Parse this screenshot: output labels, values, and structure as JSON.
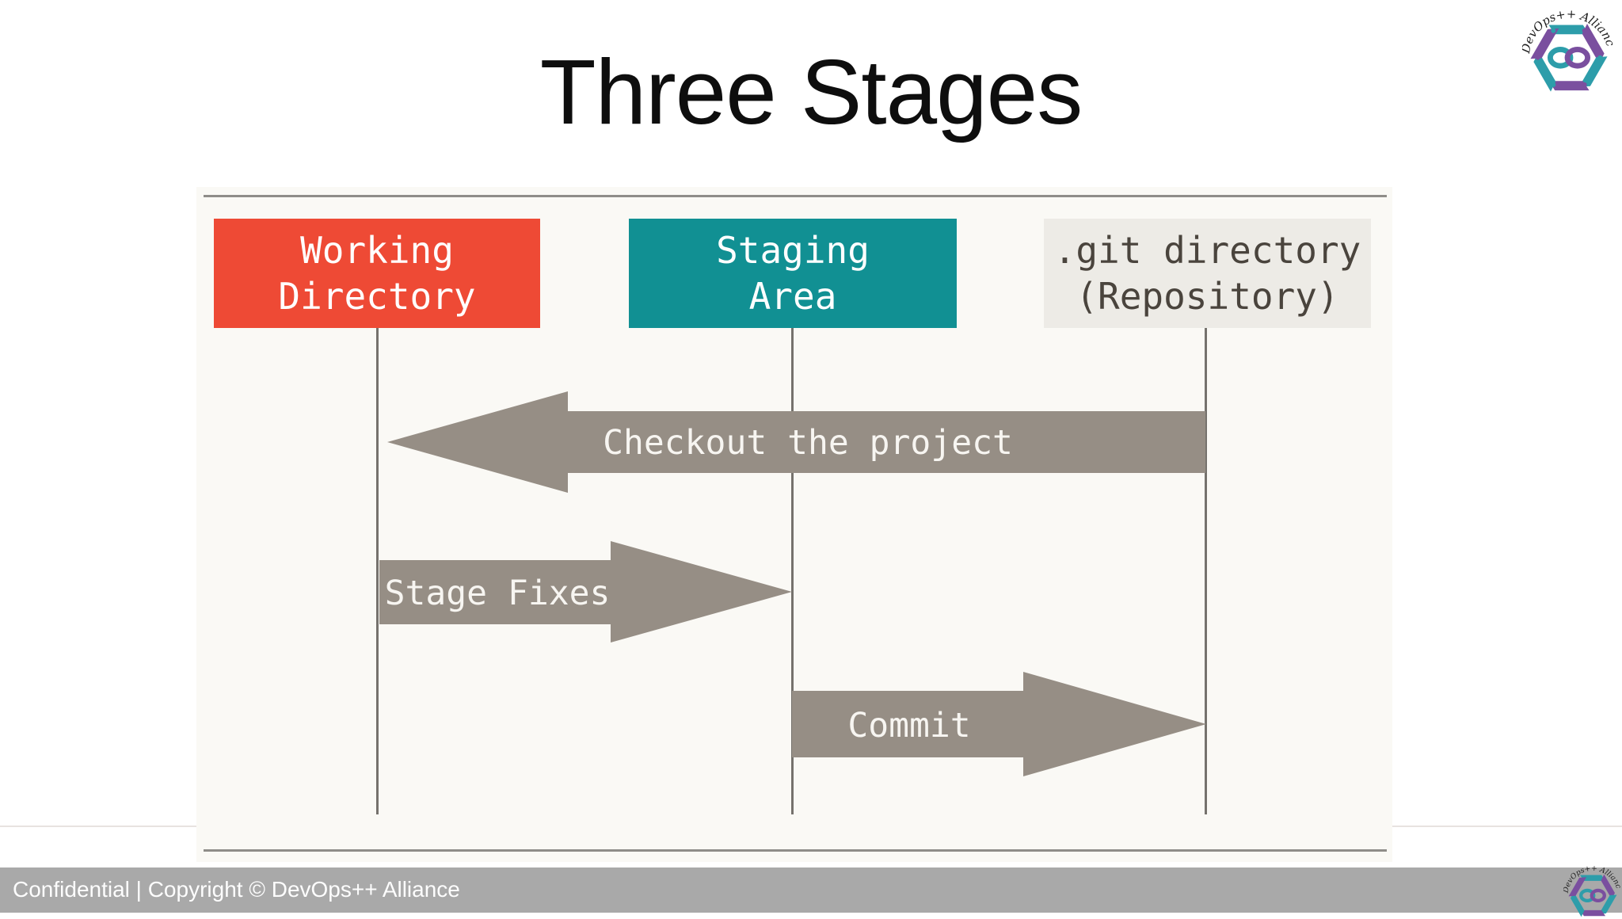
{
  "title": "Three Stages",
  "logo": {
    "text": "DevOps++ Alliance",
    "teal": "#2d9daa",
    "purple": "#7a4f9f"
  },
  "diagram": {
    "bg": "#faf9f5",
    "border_color": "#8f8d89",
    "line_color": "#75726d",
    "arrow_color": "#968e85",
    "columns": [
      {
        "name": "working-directory",
        "line1": "Working",
        "line2": "Directory",
        "bg": "#ee4a35",
        "fg": "#ffffff"
      },
      {
        "name": "staging-area",
        "line1": "Staging",
        "line2": "Area",
        "bg": "#119093",
        "fg": "#ffffff"
      },
      {
        "name": "git-directory",
        "line1": ".git directory",
        "line2": "(Repository)",
        "bg": "#edebe6",
        "fg": "#4a443d"
      }
    ],
    "arrows": [
      {
        "name": "checkout",
        "label": "Checkout the project",
        "direction": "left",
        "from": "git-directory",
        "to": "working-directory"
      },
      {
        "name": "stage-fixes",
        "label": "Stage Fixes",
        "direction": "right",
        "from": "working-directory",
        "to": "staging-area"
      },
      {
        "name": "commit",
        "label": "Commit",
        "direction": "right",
        "from": "staging-area",
        "to": "git-directory"
      }
    ]
  },
  "footer": {
    "text": "Confidential  |  Copyright © DevOps++ Alliance",
    "bg": "#a9a9a9",
    "fg": "#fdfdfd"
  }
}
